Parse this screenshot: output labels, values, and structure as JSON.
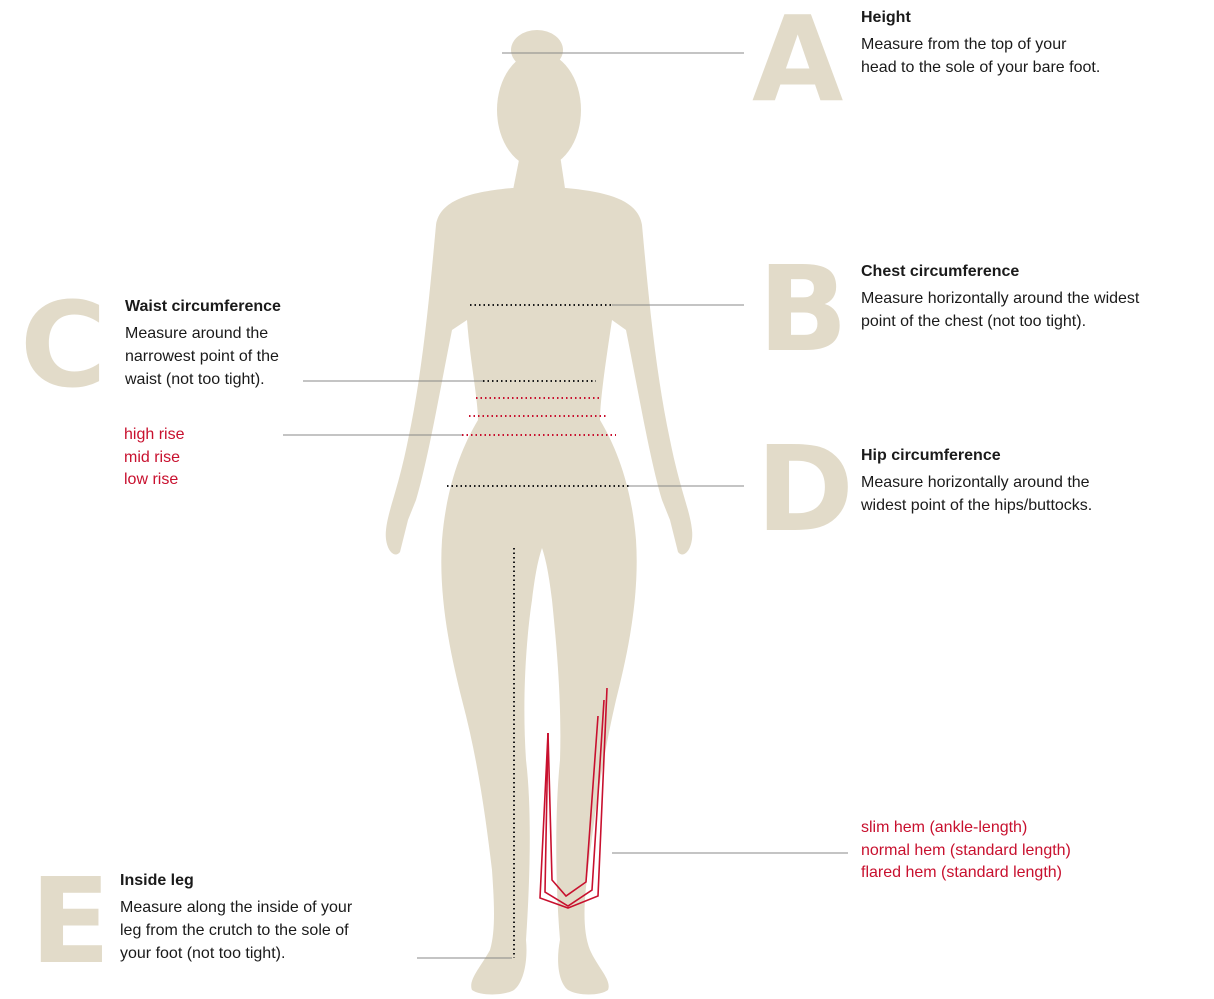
{
  "measurements": {
    "a": {
      "letter": "A",
      "title": "Height",
      "desc": "Measure from the top of your\nhead to the sole of your bare foot."
    },
    "b": {
      "letter": "B",
      "title": "Chest circumference",
      "desc": "Measure horizontally around the widest\npoint of the chest (not too tight)."
    },
    "c": {
      "letter": "C",
      "title": "Waist circumference",
      "desc": "Measure around the\nnarrowest point of the\nwaist (not too tight)."
    },
    "d": {
      "letter": "D",
      "title": "Hip circumference",
      "desc": "Measure horizontally around the\nwidest point of the hips/buttocks."
    },
    "e": {
      "letter": "E",
      "title": "Inside leg",
      "desc": "Measure along the inside of your\nleg from the crutch to the sole of\nyour foot (not too tight)."
    }
  },
  "rise_options": [
    "high rise",
    "mid rise",
    "low rise"
  ],
  "hem_options": [
    "slim hem (ankle-length)",
    "normal hem (standard length)",
    "flared hem (standard length)"
  ],
  "colors": {
    "silhouette": "#e2dbc9",
    "accent": "#c8102e",
    "text": "#1a1a1a",
    "leader": "#888888"
  }
}
